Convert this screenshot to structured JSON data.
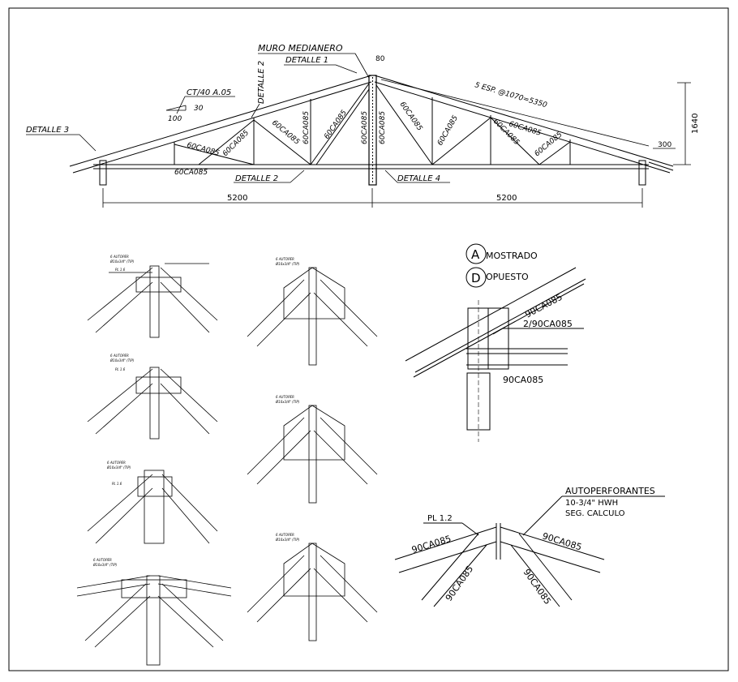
{
  "truss": {
    "muro_label": "MURO MEDIANERO",
    "detalle1": "DETALLE 1",
    "detalle2_top": "DETALLE 2",
    "detalle2_bottom": "DETALLE 2",
    "detalle3": "DETALLE 3",
    "detalle4": "DETALLE 4",
    "ct_label": "CT/40 A.05",
    "slope_rise": "30",
    "slope_run": "100",
    "spacing_label": "5 ESP. @1070=5350",
    "dim_top": "80",
    "dim_eave": "300",
    "height_dim": "1640",
    "span_left": "5200",
    "span_right": "5200",
    "member_labels": [
      "60CA085",
      "60CA085",
      "60CA085",
      "60CA085",
      "60CA085",
      "60CA085",
      "60CA085",
      "60CA085",
      "60CA085",
      "60CA085",
      "60CA085",
      "60CA085",
      "60CA085"
    ]
  },
  "legend": {
    "mostrado_letter": "A",
    "mostrado_label": "MOSTRADO",
    "opuesto_letter": "D",
    "opuesto_label": "OPUESTO"
  },
  "detail_right": {
    "member_top": "90CA085",
    "member_mid": "2/90CA085",
    "member_bottom": "90CA085"
  },
  "detail_apex": {
    "title": "AUTOPERFORANTES",
    "line2": "10-3/4\" HWH",
    "line3": "SEG. CALCULO",
    "plate": "PL 1.2",
    "left_chord": "90CA085",
    "right_chord": "90CA085",
    "left_web": "90CA085",
    "right_web": "90CA085"
  },
  "small_notes": {
    "autoper": "6 AUTOPER",
    "screw": "Ø10x3/4\" (TIP)",
    "plate": "PL 1.6"
  }
}
